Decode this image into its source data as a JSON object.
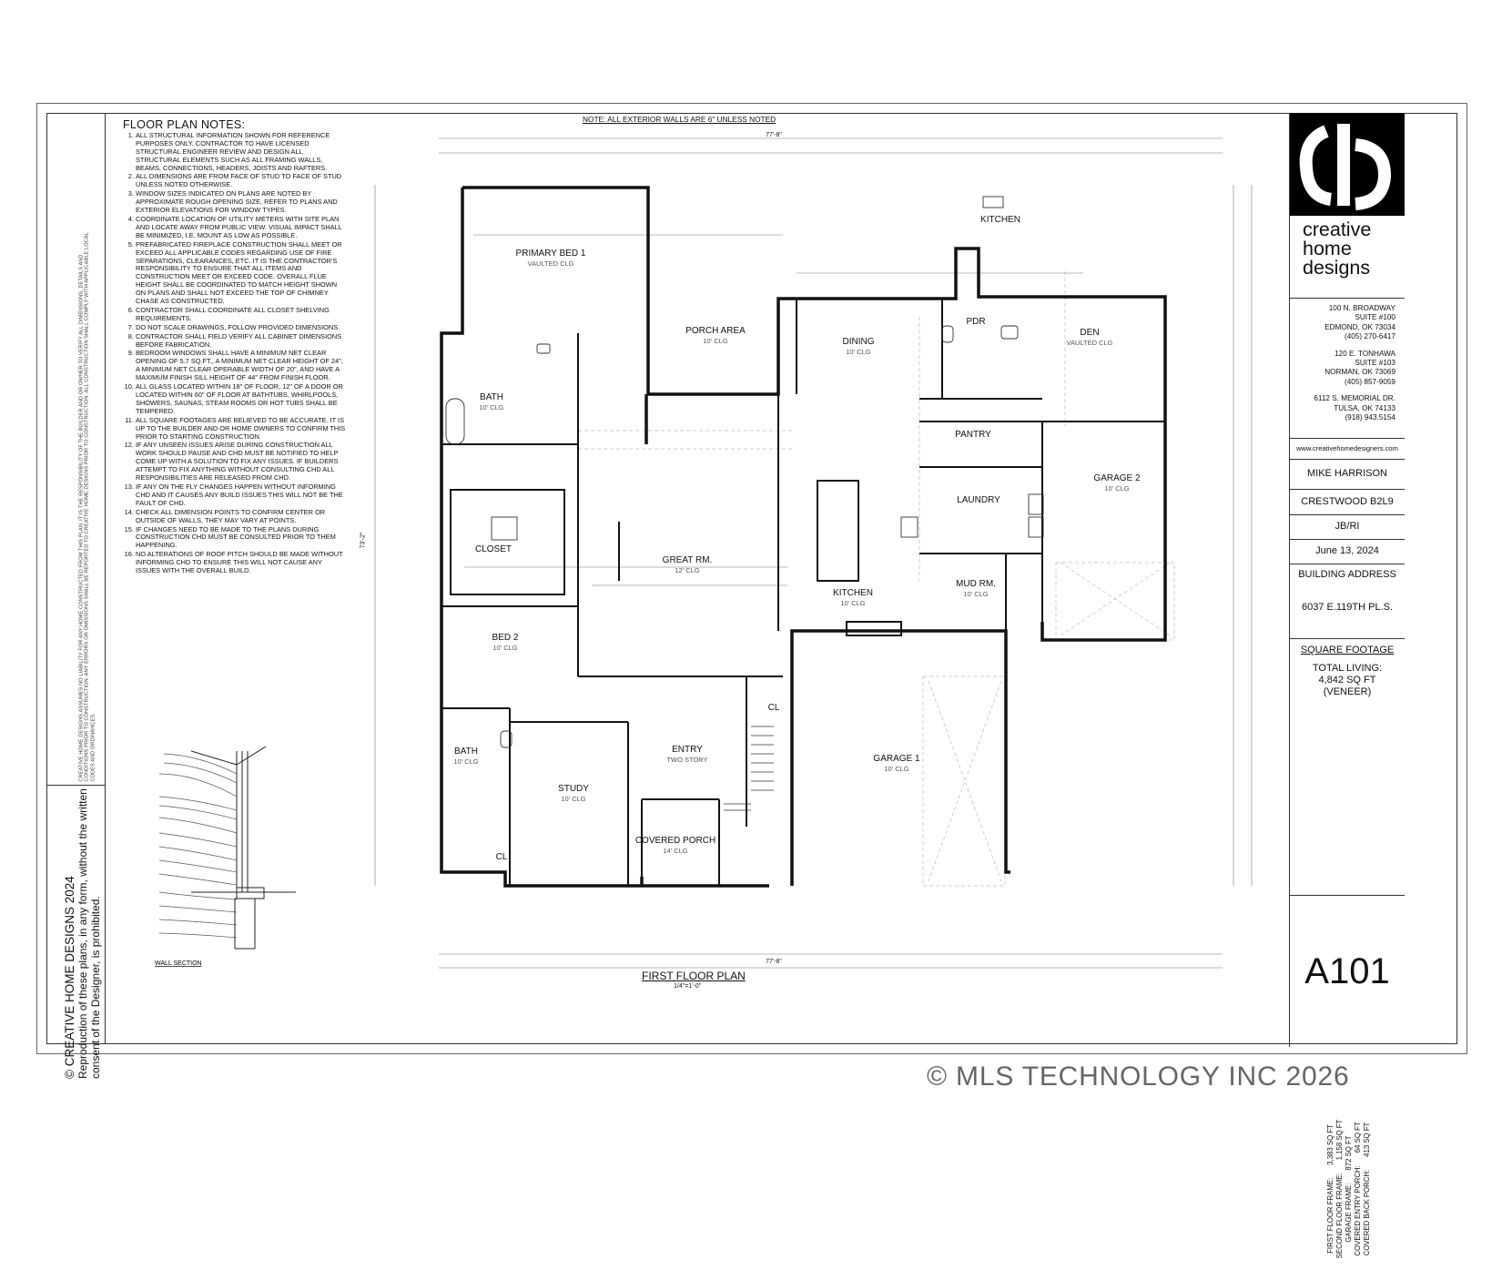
{
  "sheet": {
    "top_note": "NOTE: ALL EXTERIOR WALLS ARE 6\" UNLESS NOTED",
    "plan_title": "FIRST FLOOR PLAN",
    "plan_scale": "1/4\"=1'-0\"",
    "wall_section_label": "WALL SECTION"
  },
  "notes": {
    "title": "FLOOR PLAN NOTES:",
    "items": [
      "All structural information shown for reference purposes only. Contractor to have licensed structural engineer review and design all structural elements such as all framing walls, beams, connections, headers, joists and rafters.",
      "All dimensions are from face of stud to face of stud unless noted otherwise.",
      "Window sizes indicated on plans are noted by approximate rough opening size, refer to plans and exterior elevations for window types.",
      "Coordinate location of utility meters with site plan and locate away from public view. Visual impact shall be minimized, i.e. mount as low as possible.",
      "Prefabricated fireplace construction shall meet or exceed all applicable codes regarding use of fire separations, clearances, etc. It is the contractor's responsibility to ensure that all items and construction meet or exceed code. Overall flue height shall be coordinated to match height shown on plans and shall not exceed the top of chimney chase as constructed.",
      "Contractor shall coordinate all closet shelving requirements.",
      "Do not scale drawings, follow provided dimensions.",
      "Contractor shall field verify all cabinet dimensions before fabrication.",
      "Bedroom windows shall have a minimum net clear opening of 5.7 sq.ft., a minimum net clear height of 24\", a minimum net clear operable width of 20\", and have a maximum finish sill height of 44\" from finish floor.",
      "All glass located within 18\" of floor, 12\" of a door or located within 60\" of floor at bathtubs, whirlpools, showers, saunas, steam rooms or hot tubs shall be tempered.",
      "All square footages are believed to be accurate. It is up to the builder and or home owners to confirm this prior to starting construction.",
      "If any unseen issues arise during construction all work should pause and CHD must be notified to help come up with a solution to fix any issues. If builders attempt to fix anything without consulting CHD all responsibilities are released from CHD.",
      "If any on the fly changes happen without informing CHD and it causes any build issues this will not be the fault of CHD.",
      "Check all dimension points to confirm center or outside of walls, they may vary at points.",
      "If changes need to be made to the plans during construction CHD must be consulted prior to them happening.",
      "No alterations of roof pitch should be made without informing CHD to ensure this will not cause any issues with the overall build."
    ]
  },
  "side_strip": {
    "fine_print": "CREATIVE HOME DESIGNS ASSUMES NO LIABILITY FOR ANY HOME CONSTRUCTED FROM THIS PLAN. IT IS THE RESPONSIBILITY OF THE BUILDER AND OR OWNER TO VERIFY ALL DIMENSIONS, DETAILS AND CONDITIONS PRIOR TO CONSTRUCTION. ANY ERRORS OR OMISSIONS SHALL BE REPORTED TO CREATIVE HOME DESIGNS PRIOR TO CONSTRUCTION. ALL CONSTRUCTION SHALL COMPLY WITH APPLICABLE LOCAL CODES AND ORDINANCES.",
    "copyright": "© CREATIVE HOME DESIGNS 2024",
    "reproduction": "Reproduction of these plans, in any form, without the written consent of the Designer, is prohibited."
  },
  "rooms": [
    {
      "name": "PRIMARY BED 1",
      "sub": "VAULTED CLG"
    },
    {
      "name": "BATH",
      "sub": "10' CLG"
    },
    {
      "name": "CLOSET",
      "sub": ""
    },
    {
      "name": "PORCH AREA",
      "sub": "10' CLG"
    },
    {
      "name": "DINING",
      "sub": "10' CLG"
    },
    {
      "name": "PDR",
      "sub": ""
    },
    {
      "name": "DEN",
      "sub": "VAULTED CLG"
    },
    {
      "name": "KITCHEN",
      "sub": ""
    },
    {
      "name": "PANTRY",
      "sub": ""
    },
    {
      "name": "GREAT RM.",
      "sub": "12' CLG"
    },
    {
      "name": "KITCHEN",
      "sub": "10' CLG"
    },
    {
      "name": "LAUNDRY",
      "sub": ""
    },
    {
      "name": "GARAGE 2",
      "sub": "10' CLG"
    },
    {
      "name": "MUD RM.",
      "sub": "10' CLG"
    },
    {
      "name": "BED 2",
      "sub": "10' CLG"
    },
    {
      "name": "BATH",
      "sub": "10' CLG"
    },
    {
      "name": "STUDY",
      "sub": "10' CLG"
    },
    {
      "name": "ENTRY",
      "sub": "TWO STORY"
    },
    {
      "name": "COVERED PORCH",
      "sub": "14' CLG"
    },
    {
      "name": "GARAGE 1",
      "sub": "10' CLG"
    },
    {
      "name": "CL",
      "sub": ""
    },
    {
      "name": "CL",
      "sub": ""
    }
  ],
  "dims": {
    "overall_width": "77'-8\"",
    "overall_depth": "73'-2\""
  },
  "title_block": {
    "company": [
      "creative",
      "home",
      "designs"
    ],
    "offices": [
      [
        "100 N. BROADWAY",
        "SUITE #100",
        "EDMOND, OK 73034",
        "(405) 270-6417"
      ],
      [
        "120 E. TONHAWA",
        "SUITE #103",
        "NORMAN, OK 73069",
        "(405) 857-9059"
      ],
      [
        "6112 S. MEMORIAL DR.",
        "TULSA, OK 74133",
        "(918) 943.5154"
      ]
    ],
    "website": "www.creativehomedesigners.com",
    "client": "MIKE HARRISON",
    "project": "CRESTWOOD B2L9",
    "drawn_by": "JB/RI",
    "date": "June 13, 2024",
    "address_label": "BUILDING ADDRESS",
    "address": "6037 E.119TH PL.S.",
    "sqft_label": "SQUARE FOOTAGE",
    "total_living_label": "TOTAL LIVING:",
    "total_living_value": "4,842 SQ FT",
    "total_living_note": "(VENEER)",
    "sqft_breakdown": [
      {
        "label": "FIRST FLOOR FRAME:",
        "value": "3,383 SQ FT"
      },
      {
        "label": "SECOND FLOOR FRAME:",
        "value": "1,158 SQ FT"
      },
      {
        "label": "GARAGE FRAME:",
        "value": "872 SQ FT"
      },
      {
        "label": "COVERED ENTRY PORCH:",
        "value": "64 SQ FT"
      },
      {
        "label": "COVERED BACK PORCH:",
        "value": "413 SQ FT"
      }
    ],
    "sheet_number": "A101"
  },
  "watermark": "© MLS TECHNOLOGY INC 2026"
}
